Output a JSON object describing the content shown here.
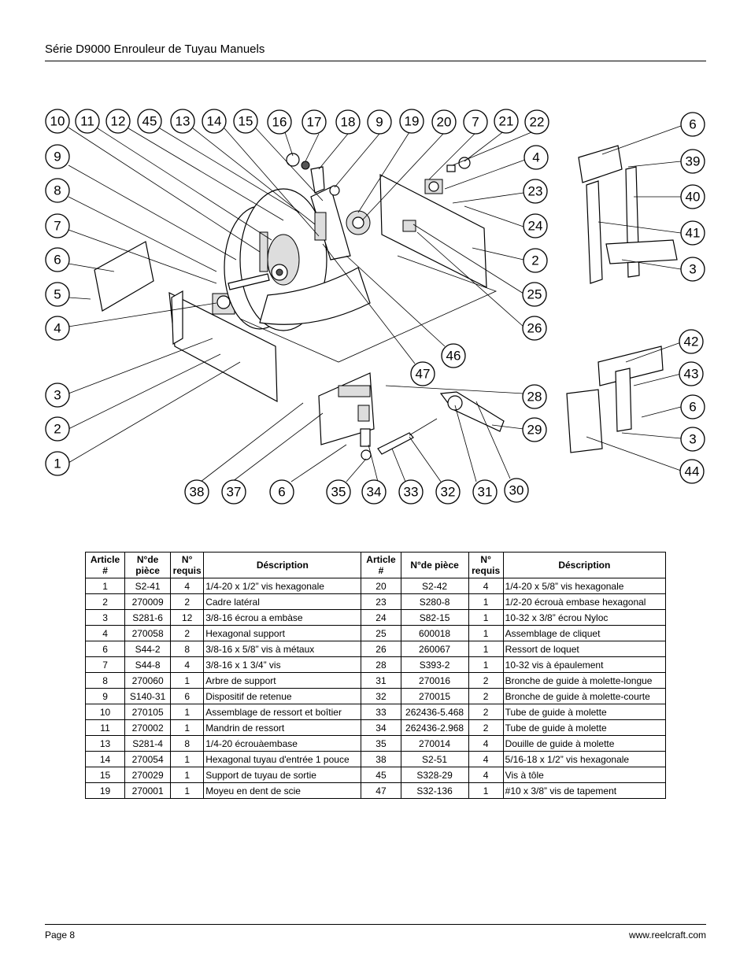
{
  "header": {
    "title": "Série D9000 Enrouleur de Tuyau Manuels"
  },
  "callouts": {
    "c10": "10",
    "c11": "11",
    "c12": "12",
    "c45": "45",
    "c13": "13",
    "c14": "14",
    "c15": "15",
    "c16": "16",
    "c17": "17",
    "c18": "18",
    "c9t": "9",
    "c19": "19",
    "c20": "20",
    "c7t": "7",
    "c21": "21",
    "c22": "22",
    "c9l": "9",
    "c8": "8",
    "c7l": "7",
    "c6l": "6",
    "c5": "5",
    "c4l": "4",
    "c3l": "3",
    "c2l": "2",
    "c1": "1",
    "c4r": "4",
    "c23": "23",
    "c24": "24",
    "c2r": "2",
    "c25": "25",
    "c26": "26",
    "c46": "46",
    "c47": "47",
    "c28": "28",
    "c29": "29",
    "c38": "38",
    "c37": "37",
    "c6b": "6",
    "c35": "35",
    "c34": "34",
    "c33": "33",
    "c32": "32",
    "c31": "31",
    "c30": "30",
    "c6r1": "6",
    "c39": "39",
    "c40": "40",
    "c41": "41",
    "c3r1": "3",
    "c42": "42",
    "c43": "43",
    "c6r2": "6",
    "c3r2": "3",
    "c44": "44"
  },
  "table": {
    "headers": {
      "article": "Article #",
      "piece": "N°de pièce",
      "requis": "N° requis",
      "description": "Déscription"
    },
    "rows": [
      {
        "a1": "1",
        "p1": "S2-41",
        "q1": "4",
        "d1": "1/4-20 x 1/2” vis hexagonale",
        "a2": "20",
        "p2": "S2-42",
        "q2": "4",
        "d2": "1/4-20 x 5/8” vis hexagonale"
      },
      {
        "a1": "2",
        "p1": "270009",
        "q1": "2",
        "d1": "Cadre latéral",
        "a2": "23",
        "p2": "S280-8",
        "q2": "1",
        "d2": "1/2-20 écrouà embase hexagonal"
      },
      {
        "a1": "3",
        "p1": "S281-6",
        "q1": "12",
        "d1": "3/8-16 écrou a embàse",
        "a2": "24",
        "p2": "S82-15",
        "q2": "1",
        "d2": "10-32 x 3/8” écrou Nyloc"
      },
      {
        "a1": "4",
        "p1": "270058",
        "q1": "2",
        "d1": "Hexagonal support",
        "a2": "25",
        "p2": "600018",
        "q2": "1",
        "d2": "Assemblage de cliquet"
      },
      {
        "a1": "6",
        "p1": "S44-2",
        "q1": "8",
        "d1": "3/8-16 x 5/8” vis à métaux",
        "a2": "26",
        "p2": "260067",
        "q2": "1",
        "d2": "Ressort de loquet"
      },
      {
        "a1": "7",
        "p1": "S44-8",
        "q1": "4",
        "d1": "3/8-16 x 1 3/4” vis",
        "a2": "28",
        "p2": "S393-2",
        "q2": "1",
        "d2": "10-32 vis à épaulement"
      },
      {
        "a1": "8",
        "p1": "270060",
        "q1": "1",
        "d1": "Arbre de support",
        "a2": "31",
        "p2": "270016",
        "q2": "2",
        "d2": "Bronche de guide à molette-longue"
      },
      {
        "a1": "9",
        "p1": "S140-31",
        "q1": "6",
        "d1": "Dispositif de retenue",
        "a2": "32",
        "p2": "270015",
        "q2": "2",
        "d2": "Bronche de guide à molette-courte"
      },
      {
        "a1": "10",
        "p1": "270105",
        "q1": "1",
        "d1": "Assemblage de ressort et boîtier",
        "a2": "33",
        "p2": "262436-5.468",
        "q2": "2",
        "d2": "Tube de guide à molette"
      },
      {
        "a1": "11",
        "p1": "270002",
        "q1": "1",
        "d1": "Mandrin de ressort",
        "a2": "34",
        "p2": "262436-2.968",
        "q2": "2",
        "d2": "Tube de guide à molette"
      },
      {
        "a1": "13",
        "p1": "S281-4",
        "q1": "8",
        "d1": "1/4-20 écrouàembase",
        "a2": "35",
        "p2": "270014",
        "q2": "4",
        "d2": "Douille de guide à molette"
      },
      {
        "a1": "14",
        "p1": "270054",
        "q1": "1",
        "d1": "Hexagonal tuyau d'entrée 1 pouce",
        "a2": "38",
        "p2": "S2-51",
        "q2": "4",
        "d2": "5/16-18 x 1/2” vis hexagonale"
      },
      {
        "a1": "15",
        "p1": "270029",
        "q1": "1",
        "d1": "Support de tuyau de sortie",
        "a2": "45",
        "p2": "S328-29",
        "q2": "4",
        "d2": "Vis à tôle"
      },
      {
        "a1": "19",
        "p1": "270001",
        "q1": "1",
        "d1": "Moyeu en dent de scie",
        "a2": "47",
        "p2": "S32-136",
        "q2": "1",
        "d2": "#10 x 3/8” vis de tapement"
      }
    ]
  },
  "footer": {
    "page": "Page 8",
    "website": "www.reelcraft.com"
  }
}
